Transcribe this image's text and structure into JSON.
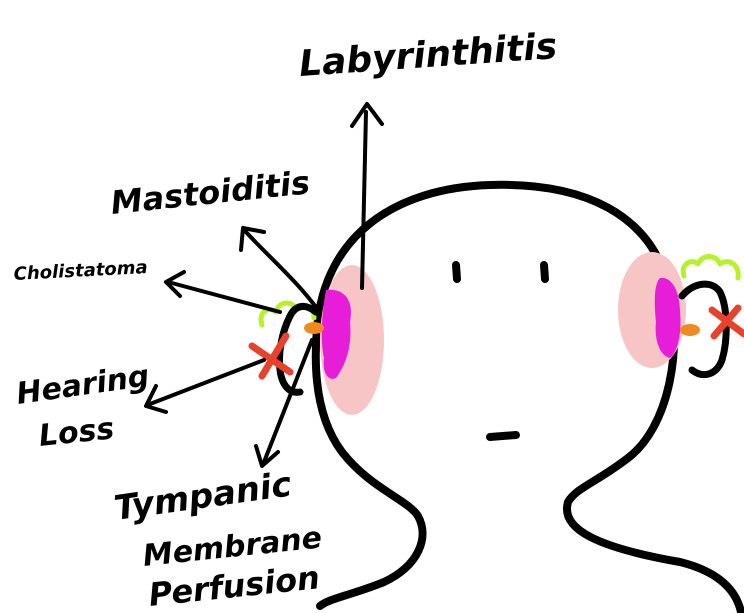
{
  "labels": {
    "labyrinthitis": "Labyrinthitis",
    "mastoiditis": "Mastoiditis",
    "cholistatoma": "Cholistatoma",
    "hearing_loss_line1": "Hearing",
    "hearing_loss_line2": "Loss",
    "tympanic_line1": "Tympanic",
    "tympanic_line2": "Membrane",
    "tympanic_line3": "Perfusion"
  },
  "colors": {
    "outline": "#000000",
    "inflammation_pink": "#f7c5c5",
    "inner_ear_magenta": "#e61ed8",
    "growth_green": "#b6f227",
    "eardrum_orange": "#f08a1e",
    "cross_red": "#e8412c"
  }
}
